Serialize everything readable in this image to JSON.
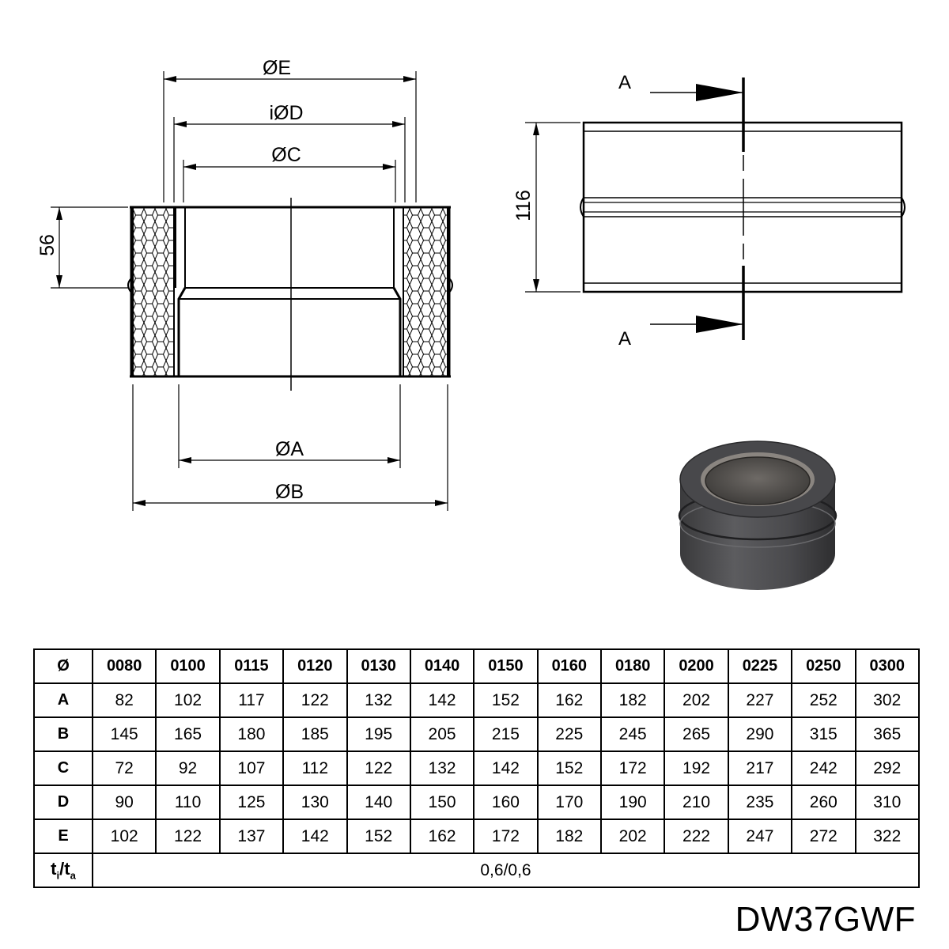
{
  "drawing": {
    "labels": {
      "dia_E": "ØE",
      "dia_D": "iØD",
      "dia_C": "ØC",
      "dia_A": "ØA",
      "dia_B": "ØB",
      "height_56": "56",
      "height_116": "116",
      "section_top": "A",
      "section_bottom": "A"
    }
  },
  "table": {
    "header": [
      "Ø",
      "0080",
      "0100",
      "0115",
      "0120",
      "0130",
      "0140",
      "0150",
      "0160",
      "0180",
      "0200",
      "0225",
      "0250",
      "0300"
    ],
    "rows": [
      {
        "label": "A",
        "values": [
          "82",
          "102",
          "117",
          "122",
          "132",
          "142",
          "152",
          "162",
          "182",
          "202",
          "227",
          "252",
          "302"
        ]
      },
      {
        "label": "B",
        "values": [
          "145",
          "165",
          "180",
          "185",
          "195",
          "205",
          "215",
          "225",
          "245",
          "265",
          "290",
          "315",
          "365"
        ]
      },
      {
        "label": "C",
        "values": [
          "72",
          "92",
          "107",
          "112",
          "122",
          "132",
          "142",
          "152",
          "172",
          "192",
          "217",
          "242",
          "292"
        ]
      },
      {
        "label": "D",
        "values": [
          "90",
          "110",
          "125",
          "130",
          "140",
          "150",
          "160",
          "170",
          "190",
          "210",
          "235",
          "260",
          "310"
        ]
      },
      {
        "label": "E",
        "values": [
          "102",
          "122",
          "137",
          "142",
          "152",
          "162",
          "172",
          "182",
          "202",
          "222",
          "247",
          "272",
          "322"
        ]
      }
    ],
    "thickness": {
      "label_main": "t",
      "label_sub_i": "i",
      "label_sep": "/t",
      "label_sub_a": "a",
      "value": "0,6/0,6"
    }
  },
  "model_code": "DW37GWF"
}
